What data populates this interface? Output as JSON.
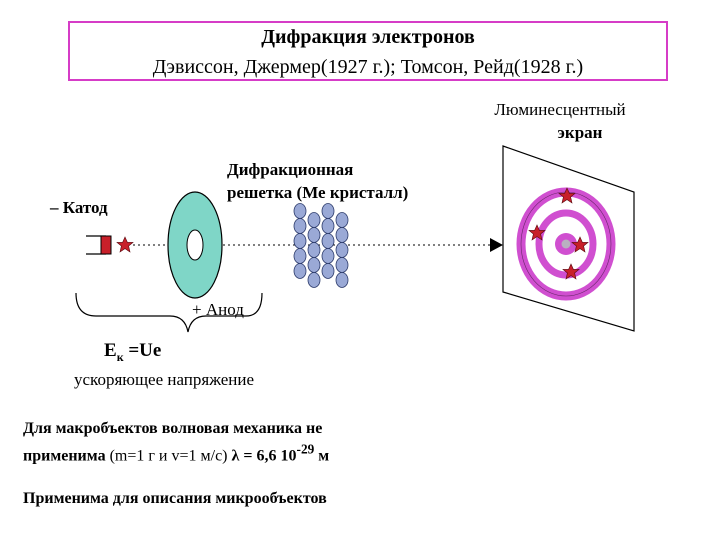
{
  "title": {
    "line1": "Дифракция электронов",
    "line2": "Дэвиссон, Джермер(1927 г.); Томсон, Рейд(1928 г.)"
  },
  "labels": {
    "screen_line1": "Люминесцентный",
    "screen_line2": "экран",
    "grating_line1": "Дифракционная",
    "grating_line2": "решетка (Ме кристалл)",
    "cathode": "– Катод",
    "anode": "+ Анод",
    "energy_e": "Е",
    "energy_sub": "к",
    "energy_rest": " =Ue",
    "accel_voltage": "ускоряющее напряжение"
  },
  "notes": {
    "macro_line1": "Для  макробъектов волновая механика не",
    "macro_line2_a": "применима",
    "macro_line2_b": " (m=1 г и v=1 м/с) ",
    "macro_line2_lambda": "λ",
    "macro_line2_c": " = 6,6 10",
    "macro_line2_exp": "-29",
    "macro_line2_d": " м",
    "micro": "Применима для описания микрообъектов"
  },
  "colors": {
    "title_border": "#d63cc7",
    "anode_ring": "#7fd6c7",
    "crystal_atom": "#9aa9d6",
    "screen_ring": "#d04fd0",
    "star": "#c8202a",
    "cathode_block": "#c8202a"
  },
  "icons": [
    "star-icon",
    "arrow-icon"
  ]
}
